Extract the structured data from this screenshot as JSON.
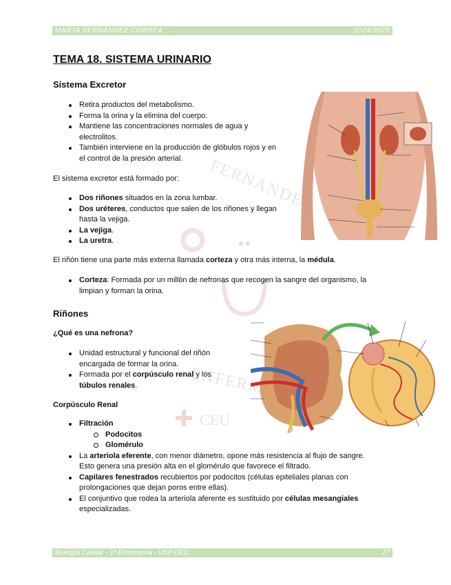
{
  "header": {
    "author": "MARTA FERNÁNDEZ CORREA",
    "year": "2024/2025"
  },
  "title": "TEMA 18. SISTEMA URINARIO",
  "section1": {
    "heading": "Sistema Excretor",
    "bullets": [
      "Retira productos del metabolismo.",
      "Forma la orina y la elimina del cuerpo.",
      "Mantiene las concentraciones normales de agua y",
      "electrolitos.",
      "También interviene en la producción de glóbulos rojos y en",
      "el control de la presión arterial."
    ],
    "formed_by": "El sistema excretor está formado por:",
    "parts": [
      {
        "bold": "Dos riñones",
        "rest": " situados en la zona lumbar."
      },
      {
        "bold": "Dos uréteres",
        "rest": ", conductos que salen de los riñones y llegan"
      },
      {
        "rest2": "hasta la vejiga."
      },
      {
        "bold": "La vejiga",
        "rest": "."
      },
      {
        "bold": "La uretra",
        "rest": "."
      }
    ],
    "kidney_para": {
      "a": "El riñón tiene una parte más externa llamada ",
      "b1": "corteza",
      "c": " y otra más interna, la ",
      "b2": "médula",
      "d": "."
    },
    "cortex": {
      "bold": "Corteza",
      "line1": ": Formada por un millón de nefronas que recogen la sangre del organismo, la",
      "line2": "limpian y forman la orina."
    }
  },
  "section2": {
    "heading": "Riñones",
    "q": "¿Qué es una nefrona?",
    "nephron": {
      "l1": "Unidad estructural y funcional del riñón",
      "l2": "encargada de formar la orina.",
      "l3a": "Formada por el ",
      "l3b": "corpúsculo renal",
      "l3c": " y los",
      "l4b": "túbulos renales",
      "l4c": "."
    },
    "corpusculo_heading": "Corpúsculo Renal",
    "filtracion": "Filtración",
    "sub": [
      "Podocitos",
      "Glomérulo"
    ],
    "arteriola": {
      "a": "La ",
      "b": "arteriola eferente",
      "c": ", con menor diámetro, opone más resistencia al flujo de sangre.",
      "d": "Esto genera una presión alta en el glomérulo que favorece el filtrado."
    },
    "capilares": {
      "b": "Capilares fenestrados",
      "c": " recubiertos por podocitos (células epiteliales planas con",
      "d": "prolongaciones que dejan poros entre ellas)."
    },
    "conjuntivo": {
      "a": "El conjuntivo que rodea la arteriola aferente es sustituido por ",
      "b": "células mesangiales",
      "d": "especializadas."
    }
  },
  "footer": {
    "left": "Biología Celular - 1º Enfermería - USP CEU",
    "page": "27"
  },
  "watermark": {
    "top": "FERNANDEZ",
    "mid": "ENFERMERÍA",
    "logo": "CEU"
  },
  "colors": {
    "band": "#c5e0b4",
    "watermark": "#e6e6e6",
    "skin": "#e8b39a",
    "kidney": "#c4583a",
    "vein": "#3b6fb0",
    "artery": "#c9302c",
    "arrow": "#5db35b"
  }
}
